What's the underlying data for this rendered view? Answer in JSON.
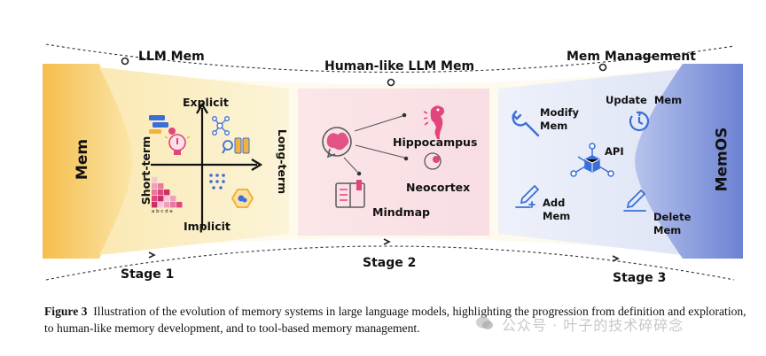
{
  "figure": {
    "left_label": "Mem",
    "right_label": "MemOS",
    "top_labels": {
      "llm_mem": "LLM Mem",
      "human_like": "Human-like LLM Mem",
      "management": "Mem Management"
    },
    "stages": [
      "Stage 1",
      "Stage 2",
      "Stage 3"
    ],
    "stage1": {
      "explicit": "Explicit",
      "implicit": "Implicit",
      "short_term": "Short-term",
      "long_term": "Long-term",
      "heatmap_axis": "a b c d e"
    },
    "stage2": {
      "hippocampus": "Hippocampus",
      "neocortex": "Neocortex",
      "mindmap": "Mindmap"
    },
    "stage3": {
      "modify": "Modify\nMem",
      "update": "Update  Mem",
      "api": "API",
      "add": "Add\nMem",
      "delete": "Delete\nMem"
    },
    "colors": {
      "mem_yellow": "#f7c75c",
      "stage1_bg": "#fbf6d6",
      "stage2_bg": "#fbe3e6",
      "stage3_bg": "#e7ecf8",
      "memos_blue": "#5b73c9",
      "icon_blue": "#3b6fd8",
      "icon_pink": "#e0457b"
    }
  },
  "caption": {
    "label": "Figure 3",
    "text": "Illustration of the evolution of memory systems in large language models, highlighting the progression from definition and exploration, to human-like memory development, and to tool-based memory management."
  },
  "watermark": "公众号 · 叶子的技术碎碎念"
}
